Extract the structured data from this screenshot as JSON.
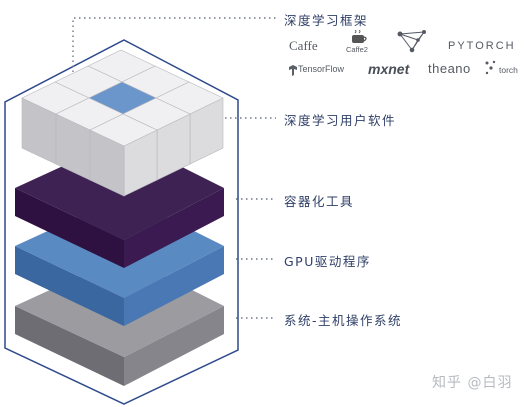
{
  "labels": {
    "frameworks": "深度学习框架",
    "software": "深度学习用户软件",
    "container": "容器化工具",
    "gpu": "GPU驱动程序",
    "os": "系统-主机操作系统"
  },
  "framework_logos": {
    "caffe": "Caffe",
    "caffe2": "Caffe2",
    "pytorch": "PYTORCH",
    "tensorflow": "TensorFlow",
    "mxnet": "mxnet",
    "theano": "theano",
    "torch": "torch"
  },
  "watermark": "知乎 @白羽",
  "colors": {
    "os_layer": "#9b9ba0",
    "gpu_layer": "#5a8ac2",
    "container_layer": "#3f2254",
    "cube_top": "#f0f0f2",
    "cube_highlight": "#6b96cc",
    "hexagon_outline": "#2d4a8a"
  }
}
